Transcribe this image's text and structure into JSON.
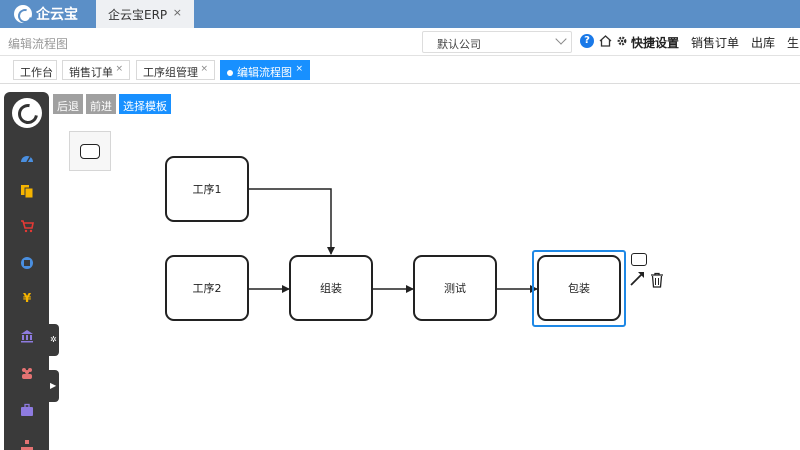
{
  "header": {
    "logo_text": "企云宝",
    "app_tab_label": "企云宝ERP",
    "app_tab_close": "×"
  },
  "subbar": {
    "breadcrumb": "编辑流程图",
    "company_select": "默认公司",
    "help_label": "?",
    "links": [
      "快捷设置",
      "销售订单",
      "出库",
      "生"
    ]
  },
  "tabs": [
    {
      "label": "工作台",
      "close": ""
    },
    {
      "label": "销售订单",
      "close": "×"
    },
    {
      "label": "工序组管理",
      "close": "×"
    },
    {
      "label": "编辑流程图",
      "close": "×",
      "active": true
    }
  ],
  "sidebar": {
    "icons": [
      {
        "name": "dashboard-icon",
        "color": "#4a8fe0"
      },
      {
        "name": "documents-icon",
        "color": "#f5b400"
      },
      {
        "name": "cart-icon",
        "color": "#e53935"
      },
      {
        "name": "package-icon",
        "color": "#4a8fe0"
      },
      {
        "name": "yen-icon",
        "color": "#f5b400"
      },
      {
        "name": "bank-icon",
        "color": "#8e7be0"
      },
      {
        "name": "people-icon",
        "color": "#e57373"
      },
      {
        "name": "briefcase-icon",
        "color": "#8e7be0"
      },
      {
        "name": "org-icon",
        "color": "#e57373"
      }
    ]
  },
  "toolbar": {
    "back_label": "后退",
    "forward_label": "前进",
    "template_label": "选择模板"
  },
  "flow": {
    "nodes": [
      {
        "id": "n1",
        "label": "工序1"
      },
      {
        "id": "n2",
        "label": "工序2"
      },
      {
        "id": "n3",
        "label": "组装"
      },
      {
        "id": "n4",
        "label": "测试"
      },
      {
        "id": "n5",
        "label": "包装",
        "selected": true
      }
    ],
    "edges": [
      {
        "from": "n1",
        "to": "n3"
      },
      {
        "from": "n2",
        "to": "n3"
      },
      {
        "from": "n3",
        "to": "n4"
      },
      {
        "from": "n4",
        "to": "n5"
      }
    ]
  },
  "colors": {
    "header_bg": "#5b8fc7",
    "accent": "#1890ff",
    "selection": "#1e88e5",
    "sidebar_bg": "#3a3a3a"
  }
}
